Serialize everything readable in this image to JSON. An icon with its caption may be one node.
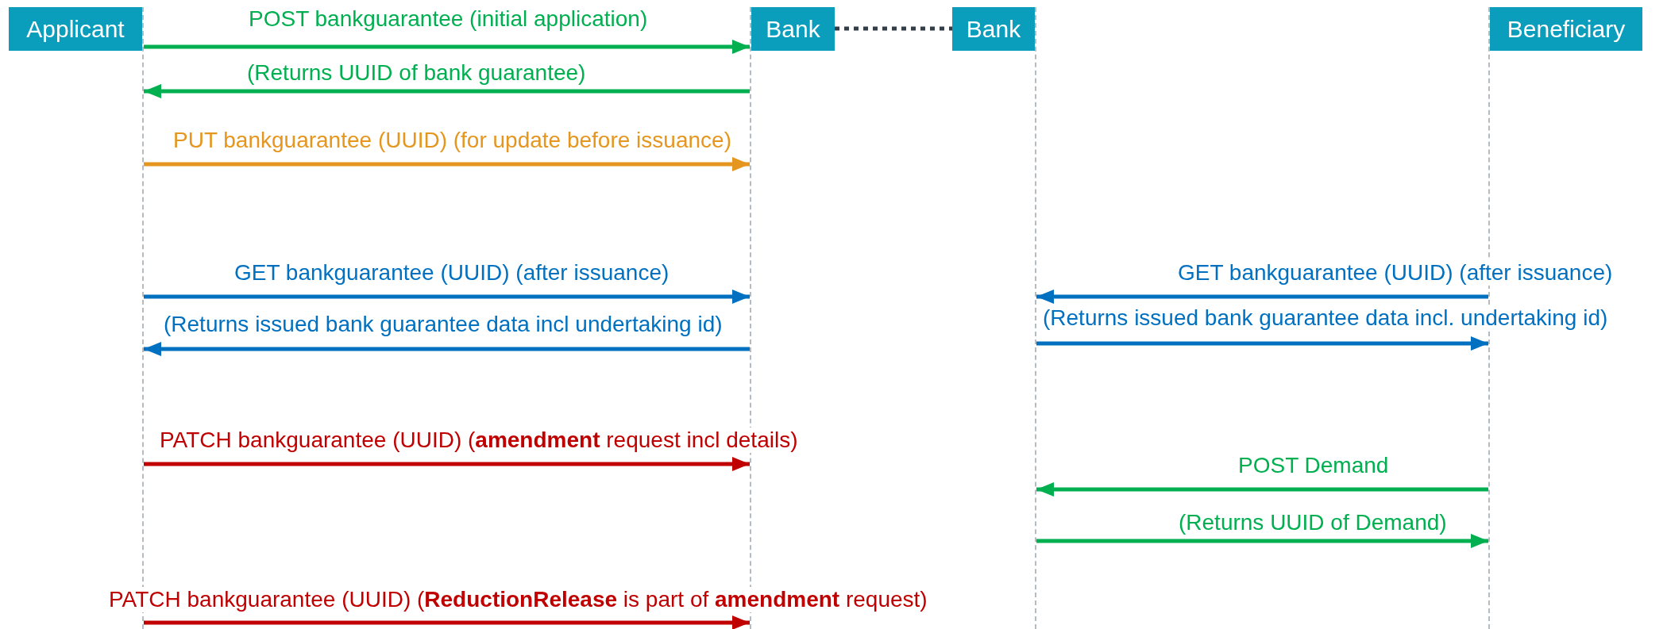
{
  "diagram": {
    "nodes": [
      {
        "text": [
          "Applicant"
        ]
      },
      {
        "text": [
          "Bank"
        ]
      },
      {
        "text": [
          "Bank"
        ]
      },
      {
        "text": [
          "Beneficiary"
        ]
      }
    ],
    "edges": [
      {
        "from": 1,
        "to": 2,
        "arrow": "none",
        "style": "dashed",
        "color": "#333f48"
      },
      {
        "from": 0,
        "to": 1,
        "arrow": "to",
        "label": "POST bankguarantee (initial application)",
        "color": "#00b050"
      },
      {
        "from": 1,
        "to": 0,
        "arrow": "to",
        "label": "(Returns UUID of bank guarantee)",
        "color": "#00b050"
      },
      {
        "from": 0,
        "to": 1,
        "arrow": "to",
        "label": "PUT bankguarantee (UUID) (for update before issuance)",
        "color": "#e5961e"
      },
      {
        "from": 0,
        "to": 1,
        "arrow": "to",
        "label": "GET bankguarantee (UUID) (after issuance)",
        "color": "#0070c0"
      },
      {
        "from": 1,
        "to": 0,
        "arrow": "to",
        "label": "(Returns issued bank guarantee data incl undertaking id)",
        "color": "#0070c0"
      },
      {
        "from": 3,
        "to": 2,
        "arrow": "to",
        "label": "GET bankguarantee (UUID) (after issuance)",
        "color": "#0070c0"
      },
      {
        "from": 2,
        "to": 3,
        "arrow": "to",
        "label": "(Returns issued bank guarantee data incl. undertaking id)",
        "color": "#0070c0"
      },
      {
        "from": 0,
        "to": 1,
        "arrow": "to",
        "label": "PATCH bankguarantee (UUID) (**amendment** request incl details)",
        "color": "#c00000"
      },
      {
        "from": 3,
        "to": 2,
        "arrow": "to",
        "label": "POST Demand",
        "color": "#00b050"
      },
      {
        "from": 2,
        "to": 3,
        "arrow": "to",
        "label": "(Returns UUID of Demand)",
        "color": "#00b050"
      },
      {
        "from": 0,
        "to": 1,
        "arrow": "to",
        "label": "PATCH bankguarantee (UUID) (**ReductionRelease** is part of **amendment** request)",
        "color": "#c00000"
      }
    ]
  }
}
